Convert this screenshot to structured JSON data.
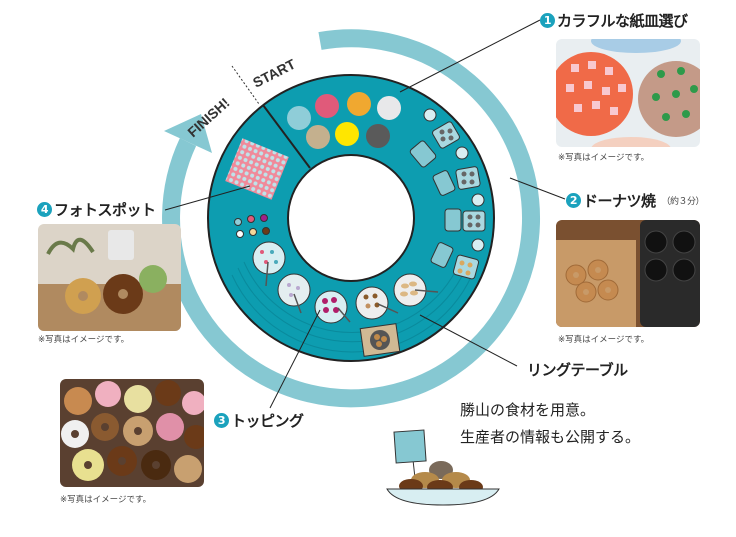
{
  "labels": {
    "start": "START",
    "finish": "FINISH!"
  },
  "stations": [
    {
      "number": "1",
      "title": "カラフルな紙皿選び",
      "caption": "※写真はイメージです。"
    },
    {
      "number": "2",
      "title": "ドーナツ焼",
      "note": "（約３分）",
      "caption": "※写真はイメージです。"
    },
    {
      "number": "3",
      "title": "トッピング",
      "caption": "※写真はイメージです。"
    },
    {
      "number": "4",
      "title": "フォトスポット",
      "caption": "※写真はイメージです。"
    }
  ],
  "ring_table_label": "リングテーブル",
  "description": [
    "勝山の食材を用意。",
    "生産者の情報も公開する。"
  ],
  "colors": {
    "ring": "#0d9db0",
    "arrow": "#86c8d2",
    "plate_colors": [
      "#8fcdd8",
      "#e05a7a",
      "#f0a830",
      "#e8e8ea",
      "#c4b08e",
      "#ffe600",
      "#5a5a5a"
    ]
  }
}
